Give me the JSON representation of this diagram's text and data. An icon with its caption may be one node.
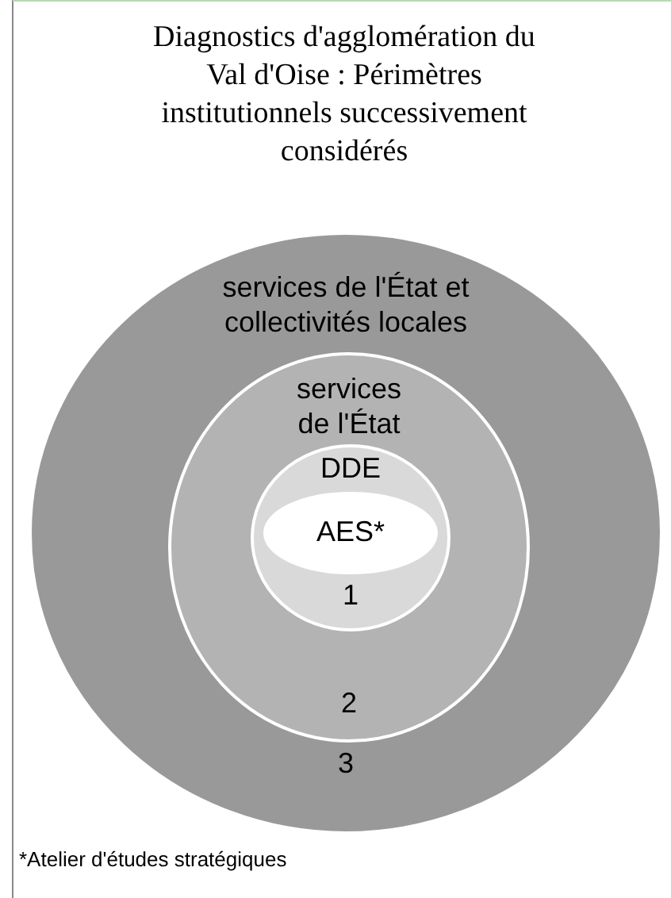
{
  "diagram": {
    "title": "Diagnostics d'agglomération du Val d'Oise : Périmètres institutionnels successivement considérés",
    "nodes": [
      {
        "text": [
          "services de l'État et collectivités locales",
          "3"
        ]
      },
      {
        "text": [
          "services de l'État",
          "2"
        ],
        "in": 0
      },
      {
        "text": [
          "DDE",
          "1"
        ],
        "in": 1
      },
      {
        "text": [
          "AES*"
        ],
        "in": 2
      }
    ],
    "labels": [
      "*Atelier d'études stratégiques"
    ]
  }
}
